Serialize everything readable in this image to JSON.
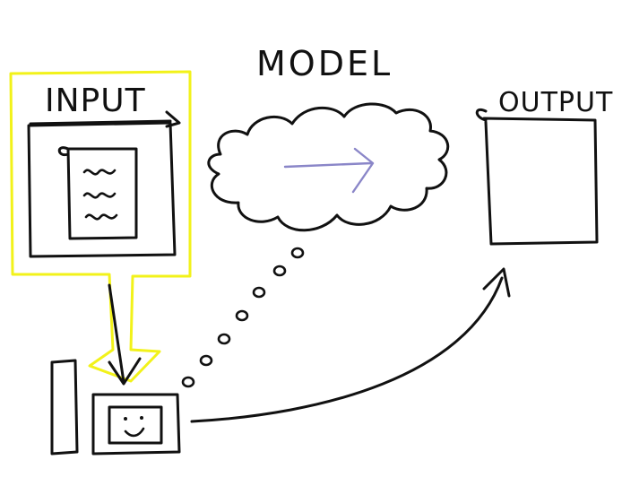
{
  "labels": {
    "model": "MODEL",
    "input": "INPUT",
    "output": "OUTPUT"
  },
  "colors": {
    "ink": "#111111",
    "highlight": "#f2f21a",
    "model_arrow": "#8a86c8",
    "background": "#ffffff"
  }
}
